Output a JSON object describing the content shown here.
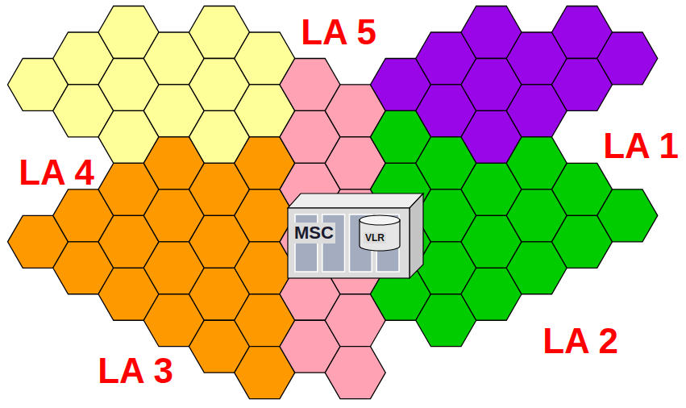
{
  "diagram": {
    "nodes": [
      {
        "text": [
          "MSC"
        ]
      },
      {
        "text": [
          "VLR"
        ],
        "in": 0
      }
    ],
    "labels": [
      "LA 5",
      "LA 1",
      "LA 4",
      "LA 2",
      "LA 3"
    ]
  }
}
